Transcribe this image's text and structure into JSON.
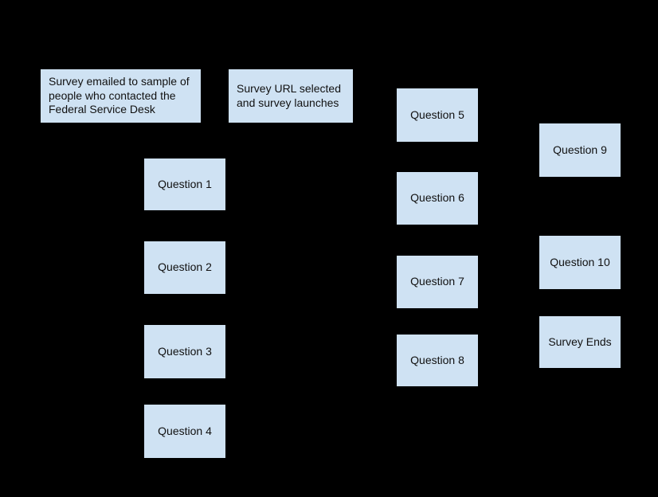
{
  "colors": {
    "background": "#000000",
    "node_fill": "#cfe2f3",
    "node_text": "#111111"
  },
  "diagram": {
    "type": "flowchart",
    "description": "Survey flow diagram with no visible connectors on a black background",
    "nodes": [
      {
        "label": "Survey emailed to sample of people who contacted the Federal Service Desk"
      },
      {
        "label": "Survey URL selected and survey launches"
      },
      {
        "label": "Question 1"
      },
      {
        "label": "Question 2"
      },
      {
        "label": "Question 3"
      },
      {
        "label": "Question 4"
      },
      {
        "label": "Question 5"
      },
      {
        "label": "Question 6"
      },
      {
        "label": "Question 7"
      },
      {
        "label": "Question 8"
      },
      {
        "label": "Question 9"
      },
      {
        "label": "Question 10"
      },
      {
        "label": "Survey Ends"
      }
    ]
  }
}
